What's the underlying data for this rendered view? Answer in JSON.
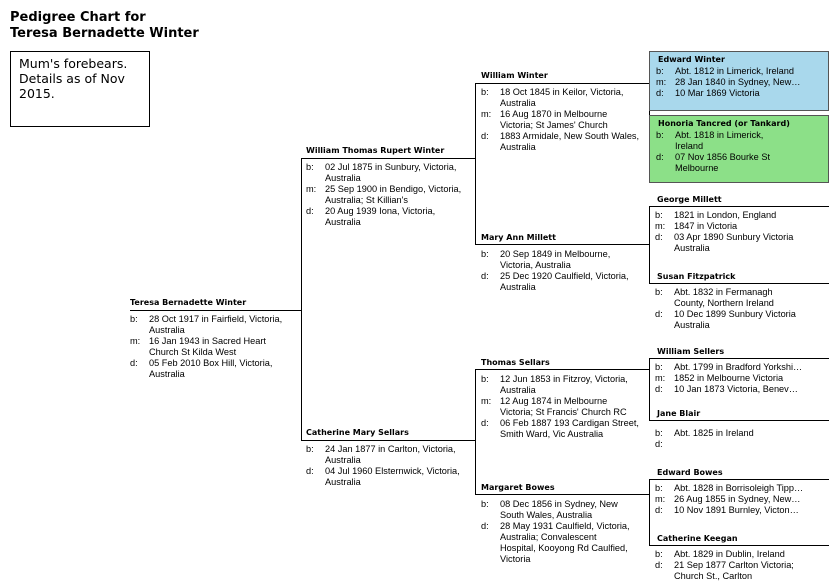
{
  "title": {
    "line1": "Pedigree Chart for",
    "line2": "Teresa Bernadette Winter"
  },
  "note": "Mum's forebears. Details as of Nov 2015.",
  "people": {
    "teresa": {
      "name": "Teresa Bernadette Winter",
      "events": [
        {
          "label": "b:",
          "text": "28 Oct 1917 in Fairfield, Victoria, Australia"
        },
        {
          "label": "m:",
          "text": "16 Jan 1943 in Sacred Heart Church St Kilda West"
        },
        {
          "label": "d:",
          "text": "05 Feb 2010 Box Hill, Victoria, Australia"
        }
      ]
    },
    "william_thomas": {
      "name": "William Thomas Rupert Winter",
      "events": [
        {
          "label": "b:",
          "text": "02 Jul 1875 in Sunbury, Victoria, Australia"
        },
        {
          "label": "m:",
          "text": "25 Sep 1900 in Bendigo, Victoria, Australia; St Killian's"
        },
        {
          "label": "d:",
          "text": "20 Aug 1939 Iona, Victoria, Australia"
        }
      ]
    },
    "catherine_mary": {
      "name": "Catherine Mary Sellars",
      "events": [
        {
          "label": "b:",
          "text": "24 Jan 1877 in Carlton, Victoria, Australia"
        },
        {
          "label": "d:",
          "text": "04 Jul 1960 Elsternwick, Victoria, Australia"
        }
      ]
    },
    "william_winter": {
      "name": "William Winter",
      "events": [
        {
          "label": "b:",
          "text": "18 Oct 1845 in Keilor, Victoria, Australia"
        },
        {
          "label": "m:",
          "text": "16 Aug 1870 in Melbourne Victoria; St James' Church"
        },
        {
          "label": "d:",
          "text": "1883 Armidale, New South Wales, Australia"
        }
      ]
    },
    "mary_ann": {
      "name": "Mary Ann Millett",
      "events": [
        {
          "label": "b:",
          "text": "20 Sep 1849 in Melbourne, Victoria, Australia"
        },
        {
          "label": "d:",
          "text": "25 Dec 1920 Caulfield, Victoria, Australia"
        }
      ]
    },
    "thomas_sellars": {
      "name": "Thomas Sellars",
      "events": [
        {
          "label": "b:",
          "text": "12 Jun 1853 in Fitzroy, Victoria, Australia"
        },
        {
          "label": "m:",
          "text": "12 Aug 1874 in Melbourne Victoria; St Francis' Church RC"
        },
        {
          "label": "d:",
          "text": "06 Feb 1887 193 Cardigan Street, Smith Ward, Vic Australia"
        }
      ]
    },
    "margaret_bowes": {
      "name": "Margaret Bowes",
      "events": [
        {
          "label": "b:",
          "text": "08 Dec 1856 in Sydney, New South Wales, Australia"
        },
        {
          "label": "d:",
          "text": "28 May 1931 Caulfield, Victoria, Australia; Convalescent Hospital, Kooyong Rd Caulfied, Victoria"
        }
      ]
    },
    "edward_winter": {
      "name": "Edward Winter",
      "events": [
        {
          "label": "b:",
          "text": "Abt. 1812 in Limerick, Ireland"
        },
        {
          "label": "m:",
          "text": "28 Jan 1840 in Sydney, New…"
        },
        {
          "label": "d:",
          "text": "10 Mar 1869 Victoria"
        }
      ]
    },
    "honoria": {
      "name": "Honoria Tancred (or Tankard)",
      "events": [
        {
          "label": "b:",
          "text": "Abt. 1818 in Limerick, Ireland"
        },
        {
          "label": "d:",
          "text": "07 Nov 1856 Bourke St Melbourne"
        }
      ]
    },
    "george_millett": {
      "name": "George Millett",
      "events": [
        {
          "label": "b:",
          "text": "1821 in London, England"
        },
        {
          "label": "m:",
          "text": "1847 in Victoria"
        },
        {
          "label": "d:",
          "text": "03 Apr 1890 Sunbury Victoria Australia"
        }
      ]
    },
    "susan": {
      "name": "Susan Fitzpatrick",
      "events": [
        {
          "label": "b:",
          "text": "Abt. 1832 in Fermanagh County, Northern Ireland"
        },
        {
          "label": "d:",
          "text": "10 Dec 1899 Sunbury Victoria Australia"
        }
      ]
    },
    "william_sellers": {
      "name": "William Sellers",
      "events": [
        {
          "label": "b:",
          "text": "Abt. 1799 in Bradford Yorkshi…"
        },
        {
          "label": "m:",
          "text": "1852 in Melbourne Victoria"
        },
        {
          "label": "d:",
          "text": "10 Jan 1873 Victoria, Benev…"
        }
      ]
    },
    "jane_blair": {
      "name": "Jane Blair",
      "events": [
        {
          "label": "b:",
          "text": "Abt. 1825 in Ireland"
        },
        {
          "label": "d:",
          "text": ""
        }
      ]
    },
    "edward_bowes": {
      "name": "Edward Bowes",
      "events": [
        {
          "label": "b:",
          "text": "Abt. 1828 in Borrisoleigh Tipp…"
        },
        {
          "label": "m:",
          "text": "26 Aug 1855 in Sydney, New…"
        },
        {
          "label": "d:",
          "text": "10 Nov 1891 Burnley, Victon…"
        }
      ]
    },
    "catherine_keegan": {
      "name": "Catherine Keegan",
      "events": [
        {
          "label": "b:",
          "text": "Abt. 1829 in Dublin, Ireland"
        },
        {
          "label": "d:",
          "text": "21 Sep 1877 Carlton Victoria; Church St., Carlton"
        }
      ]
    }
  }
}
